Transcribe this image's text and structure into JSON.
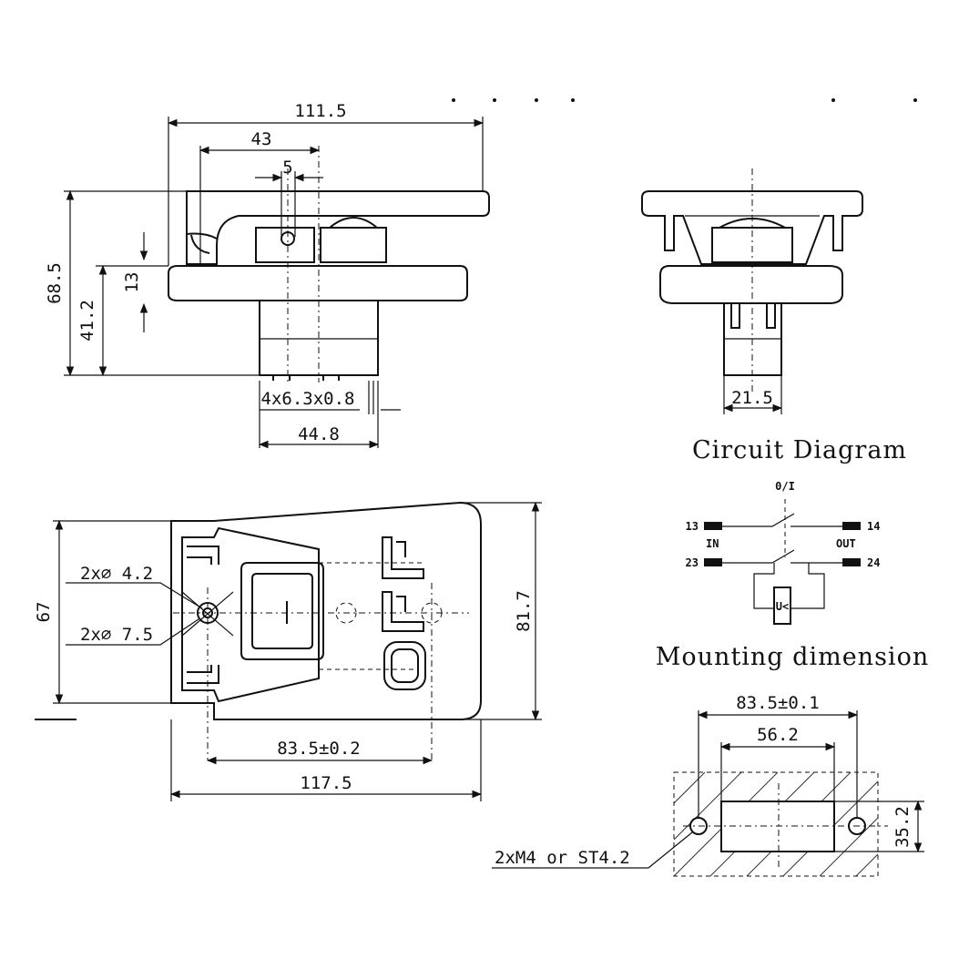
{
  "top_view": {
    "dim_width_total": "111.5",
    "dim_43": "43",
    "dim_5": "5",
    "dim_height_total": "68.5",
    "dim_41_2": "41.2",
    "dim_13": "13",
    "dim_terminals": "4x6.3x0.8",
    "dim_44_8": "44.8"
  },
  "side_view": {
    "dim_21_5": "21.5"
  },
  "front_view": {
    "hole_small": "2x∅ 4.2",
    "hole_large": "2x∅ 7.5",
    "dim_67": "67",
    "dim_81_7": "81.7",
    "dim_83_5": "83.5±0.2",
    "dim_117_5": "117.5"
  },
  "circuit": {
    "title": "Circuit Diagram",
    "switch_label": "0/I",
    "t13": "13",
    "t14": "14",
    "t23": "23",
    "t24": "24",
    "in_label": "IN",
    "out_label": "OUT",
    "coil_label": "U<"
  },
  "mounting": {
    "title": "Mounting dimension",
    "dim_83_5": "83.5±0.1",
    "dim_56_2": "56.2",
    "dim_35_2": "35.2",
    "screws": "2xM4 or ST4.2"
  }
}
